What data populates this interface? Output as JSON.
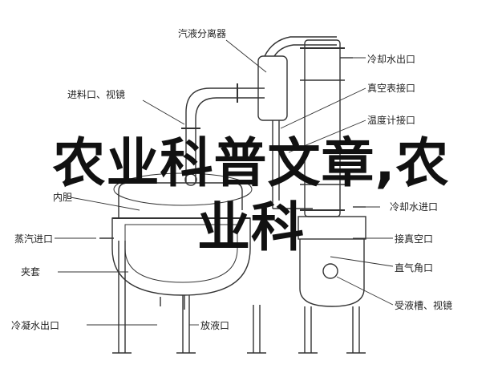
{
  "labels": {
    "steam_separator": "汽液分离器",
    "cooling_water_outlet_top": "冷却水出口",
    "vacuum_gauge_port": "真空表接口",
    "thermometer_port": "温度计接口",
    "feed_port_sight_glass": "进料口、视镜",
    "inner_tank": "内胆",
    "steam_inlet": "蒸汽进口",
    "jacket": "夹套",
    "condensate_outlet": "冷凝水出口",
    "discharge_port": "放液口",
    "cooling_water_inlet": "冷却水进口",
    "vacuum_port": "接真空口",
    "vent_port": "直气角口",
    "receiver_sight_glass": "受液槽、视镜"
  },
  "overlay": {
    "line1": "农业科普文章,农",
    "line2": "业科"
  }
}
